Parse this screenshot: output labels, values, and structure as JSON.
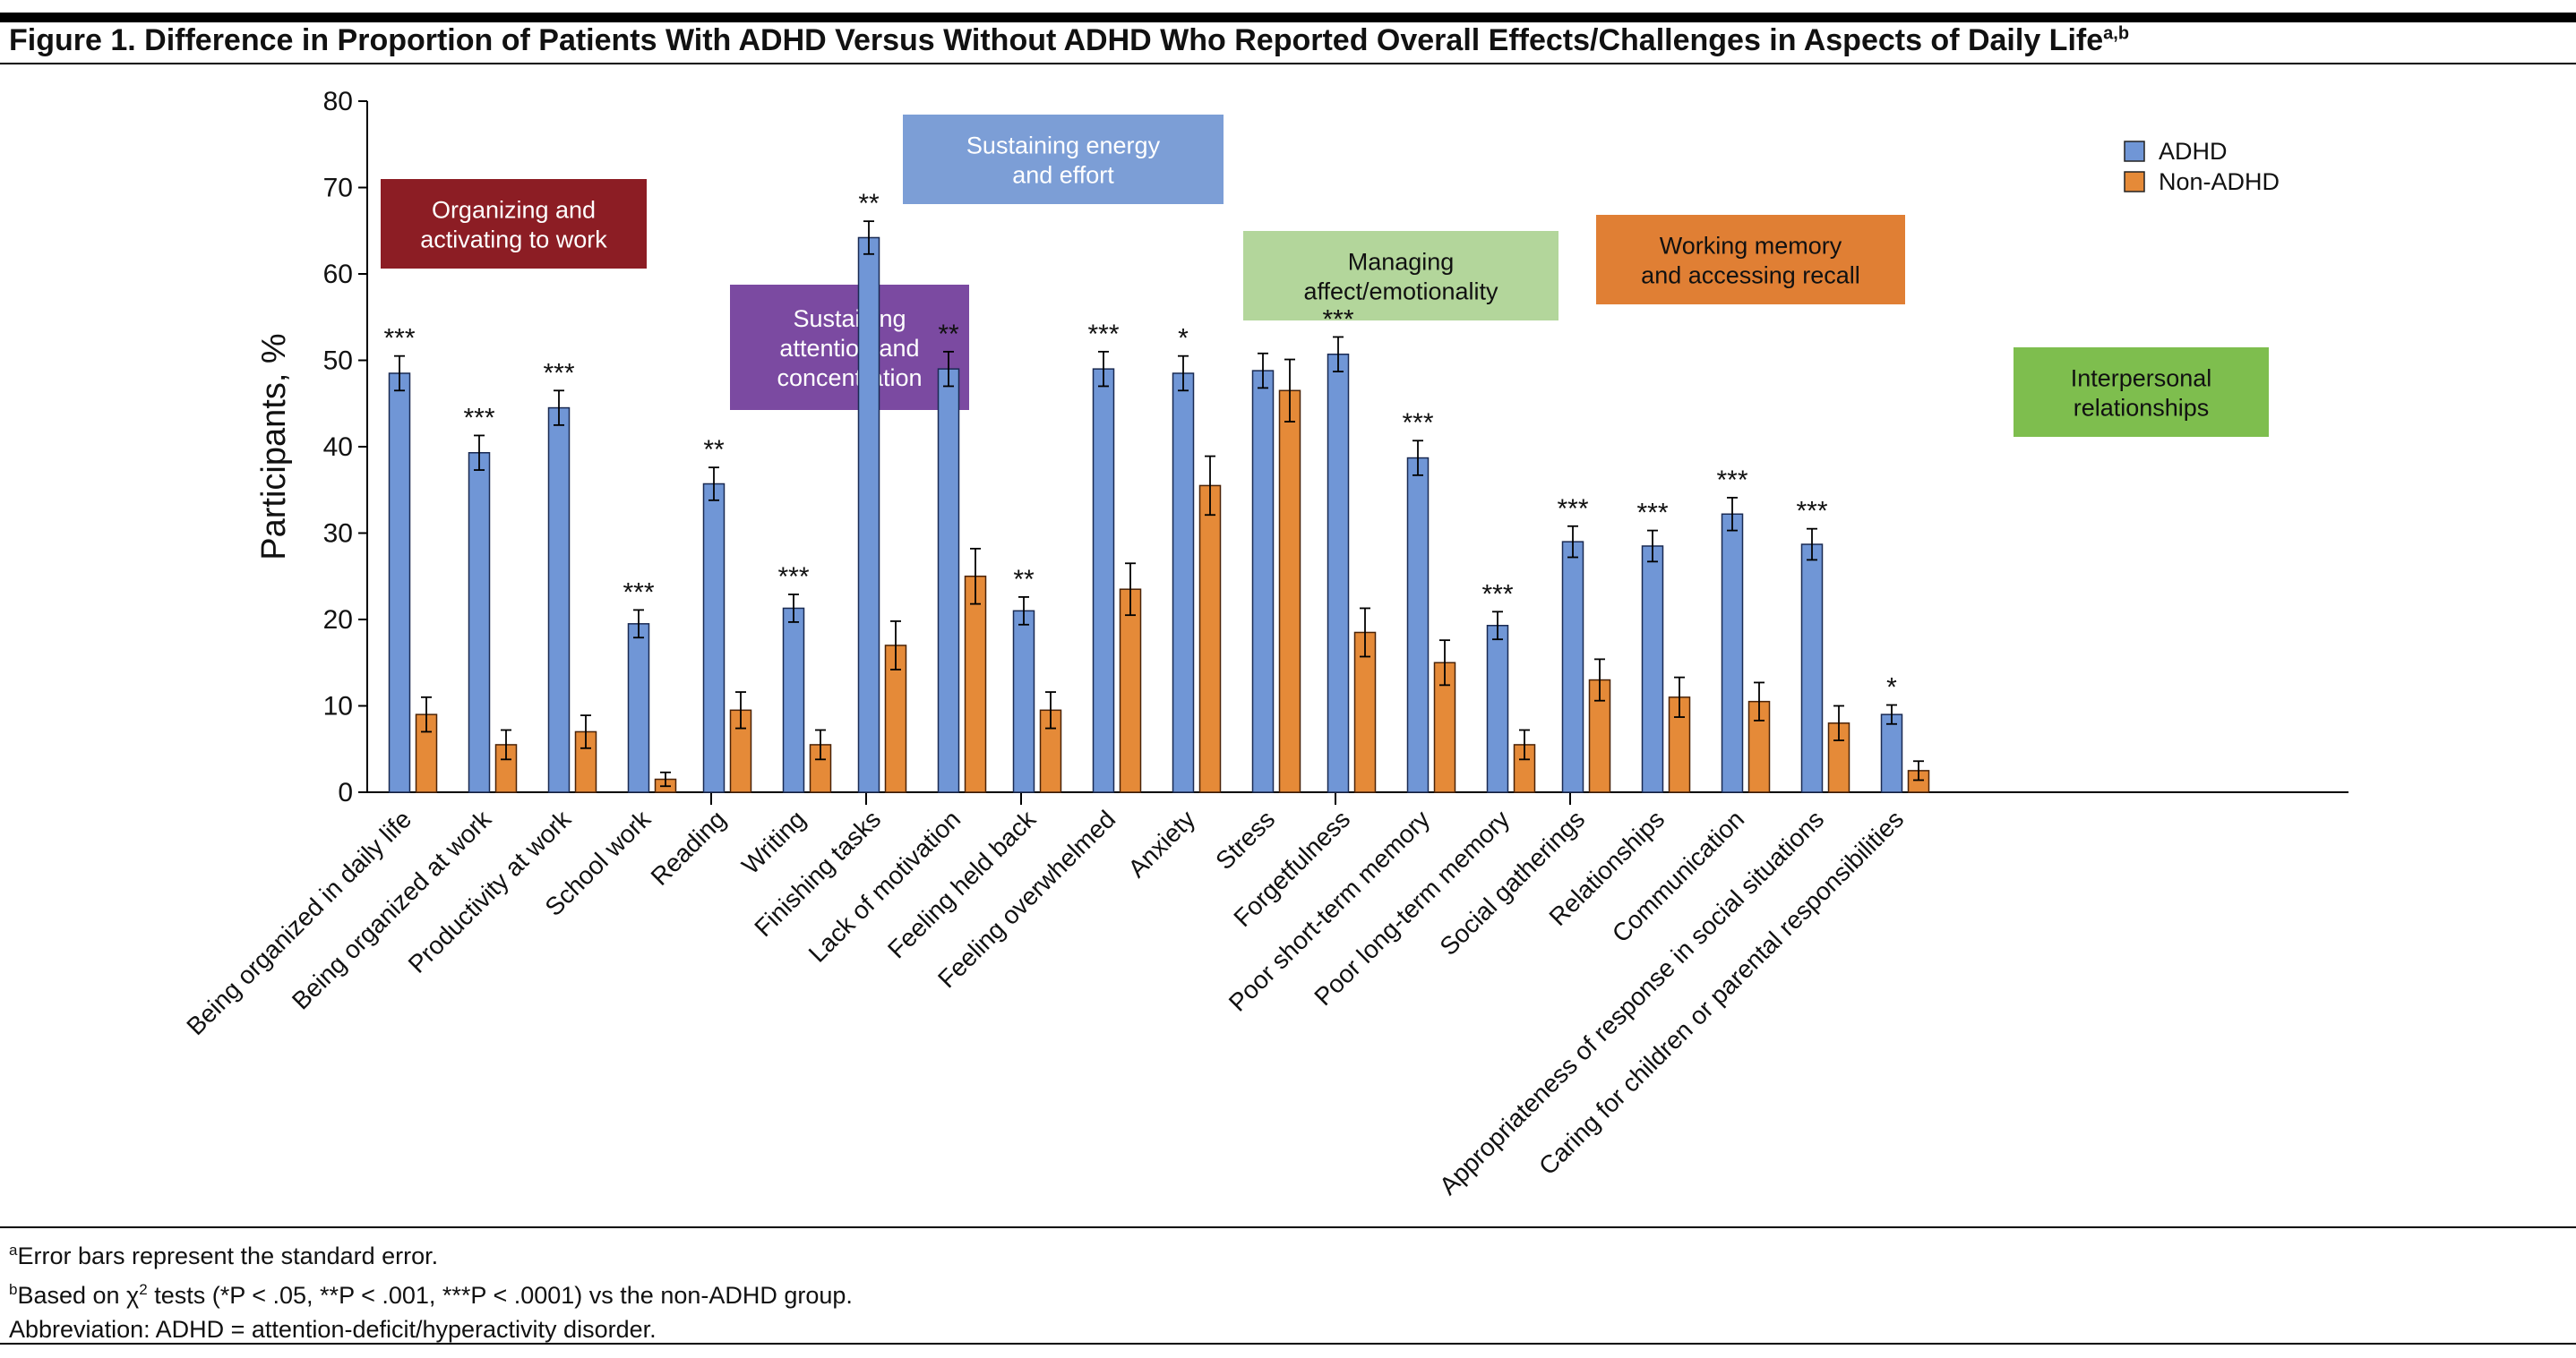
{
  "title": {
    "text": "Figure 1. Difference in Proportion of Patients With ADHD Versus Without ADHD Who Reported Overall Effects/Challenges in Aspects of Daily Life",
    "sup": "a,b"
  },
  "footnotes": {
    "a_mark": "a",
    "a_text": "Error bars represent the standard error.",
    "b_mark": "b",
    "b_text_1": "Based on χ",
    "b_sup": "2",
    "b_text_2": " tests (*P < .05, **P < .001, ***P < .0001) vs the non-ADHD group.",
    "abbr": "Abbreviation: ADHD = attention-deficit/hyperactivity disorder."
  },
  "colors": {
    "adhd": "#7096d6",
    "non_adhd": "#e58a38",
    "organizing": "#8c1d24",
    "attention": "#7b4aa1",
    "energy": "#7c9ed6",
    "affect": "#b3d69b",
    "memory": "#e07f34",
    "interpersonal": "#7ebe4e"
  },
  "chart_data": {
    "type": "bar",
    "ylabel": "Participants, %",
    "ylim": [
      0,
      80
    ],
    "yticks": [
      0,
      10,
      20,
      30,
      40,
      50,
      60,
      70,
      80
    ],
    "legend": {
      "position": "top-right",
      "entries": [
        "ADHD",
        "Non-ADHD"
      ]
    },
    "series": [
      {
        "name": "ADHD",
        "color": "#7096d6"
      },
      {
        "name": "Non-ADHD",
        "color": "#e58a38"
      }
    ],
    "groups": [
      {
        "label": "Organizing and activating to work",
        "label_lines": [
          "Organizing and",
          "activating to work"
        ],
        "color": "#8c1d24",
        "text_color": "#ffffff",
        "categories": [
          {
            "name": "Being organized in daily life",
            "adhd": 48.5,
            "adhd_se": 2.0,
            "non": 9.0,
            "non_se": 2.0,
            "sig": "***"
          },
          {
            "name": "Being organized at work",
            "adhd": 39.3,
            "adhd_se": 2.0,
            "non": 5.5,
            "non_se": 1.7,
            "sig": "***"
          },
          {
            "name": "Productivity at work",
            "adhd": 44.5,
            "adhd_se": 2.0,
            "non": 7.0,
            "non_se": 1.9,
            "sig": "***"
          },
          {
            "name": "School work",
            "adhd": 19.5,
            "adhd_se": 1.6,
            "non": 1.5,
            "non_se": 0.8,
            "sig": "***"
          }
        ]
      },
      {
        "label": "Sustaining attention and concentration",
        "label_lines": [
          "Sustaining",
          "attention and",
          "concentration"
        ],
        "color": "#7b4aa1",
        "text_color": "#ffffff",
        "categories": [
          {
            "name": "Reading",
            "adhd": 35.7,
            "adhd_se": 1.9,
            "non": 9.5,
            "non_se": 2.1,
            "sig": "**"
          },
          {
            "name": "Writing",
            "adhd": 21.3,
            "adhd_se": 1.6,
            "non": 5.5,
            "non_se": 1.7,
            "sig": "***"
          }
        ]
      },
      {
        "label": "Sustaining energy and effort",
        "label_lines": [
          "Sustaining energy",
          "and effort"
        ],
        "color": "#7c9ed6",
        "text_color": "#ffffff",
        "categories": [
          {
            "name": "Finishing tasks",
            "adhd": 64.2,
            "adhd_se": 1.9,
            "non": 17.0,
            "non_se": 2.8,
            "sig": "**"
          },
          {
            "name": "Lack of motivation",
            "adhd": 49.0,
            "adhd_se": 2.0,
            "non": 25.0,
            "non_se": 3.2,
            "sig": "**"
          }
        ]
      },
      {
        "label": "Managing affect/emotionality",
        "label_lines": [
          "Managing",
          "affect/emotionality"
        ],
        "color": "#b3d69b",
        "text_color": "#111111",
        "categories": [
          {
            "name": "Feeling held back",
            "adhd": 21.0,
            "adhd_se": 1.6,
            "non": 9.5,
            "non_se": 2.1,
            "sig": "**"
          },
          {
            "name": "Feeling overwhelmed",
            "adhd": 49.0,
            "adhd_se": 2.0,
            "non": 23.5,
            "non_se": 3.0,
            "sig": "***"
          },
          {
            "name": "Anxiety",
            "adhd": 48.5,
            "adhd_se": 2.0,
            "non": 35.5,
            "non_se": 3.4,
            "sig": "*"
          },
          {
            "name": "Stress",
            "adhd": 48.8,
            "adhd_se": 2.0,
            "non": 46.5,
            "non_se": 3.6,
            "sig": ""
          }
        ]
      },
      {
        "label": "Working memory and accessing recall",
        "label_lines": [
          "Working memory",
          "and accessing recall"
        ],
        "color": "#e07f34",
        "text_color": "#111111",
        "categories": [
          {
            "name": "Forgetfulness",
            "adhd": 50.7,
            "adhd_se": 2.0,
            "non": 18.5,
            "non_se": 2.8,
            "sig": "***"
          },
          {
            "name": "Poor short-term memory",
            "adhd": 38.7,
            "adhd_se": 2.0,
            "non": 15.0,
            "non_se": 2.6,
            "sig": "***"
          },
          {
            "name": "Poor long-term memory",
            "adhd": 19.3,
            "adhd_se": 1.6,
            "non": 5.5,
            "non_se": 1.7,
            "sig": "***"
          }
        ]
      },
      {
        "label": "Interpersonal relationships",
        "label_lines": [
          "Interpersonal",
          "relationships"
        ],
        "color": "#7ebe4e",
        "text_color": "#111111",
        "categories": [
          {
            "name": "Social gatherings",
            "adhd": 29.0,
            "adhd_se": 1.8,
            "non": 13.0,
            "non_se": 2.4,
            "sig": "***"
          },
          {
            "name": "Relationships",
            "adhd": 28.5,
            "adhd_se": 1.8,
            "non": 11.0,
            "non_se": 2.3,
            "sig": "***"
          },
          {
            "name": "Communication",
            "adhd": 32.2,
            "adhd_se": 1.9,
            "non": 10.5,
            "non_se": 2.2,
            "sig": "***"
          },
          {
            "name": "Appropriateness of response in social situations",
            "adhd": 28.7,
            "adhd_se": 1.8,
            "non": 8.0,
            "non_se": 2.0,
            "sig": "***"
          },
          {
            "name": "Caring for children or parental responsibilities",
            "adhd": 9.0,
            "adhd_se": 1.1,
            "non": 2.5,
            "non_se": 1.1,
            "sig": "*"
          }
        ]
      }
    ]
  }
}
